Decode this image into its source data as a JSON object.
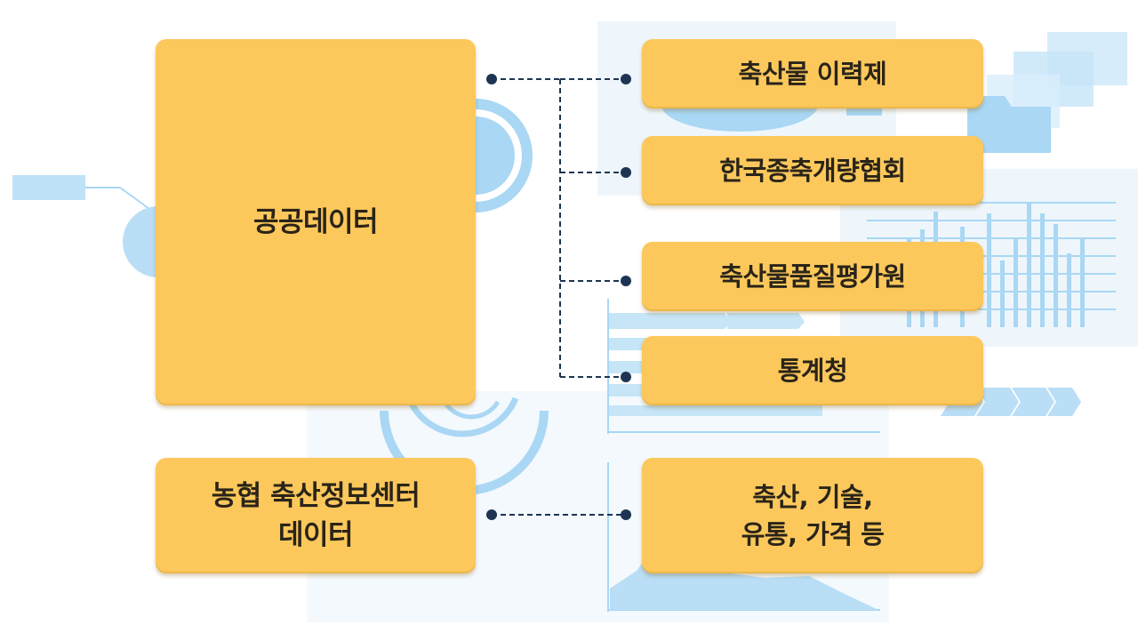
{
  "colors": {
    "box_fill": "#fcc85c",
    "connector": "#1d3553",
    "decor_light": "#c6e5f7",
    "decor_mid": "#a9d7f4",
    "decor_panel": "#eef6fc"
  },
  "sources": {
    "public_data": {
      "label": "공공데이터"
    },
    "nh_center": {
      "line1": "농협 축산정보센터",
      "line2": "데이터"
    }
  },
  "targets": [
    {
      "label": "축산물 이력제"
    },
    {
      "label": "한국종축개량협회"
    },
    {
      "label": "축산물품질평가원"
    },
    {
      "label": "통계청"
    }
  ],
  "nh_target": {
    "line1": "축산, 기술,",
    "line2": "유통, 가격 등"
  }
}
